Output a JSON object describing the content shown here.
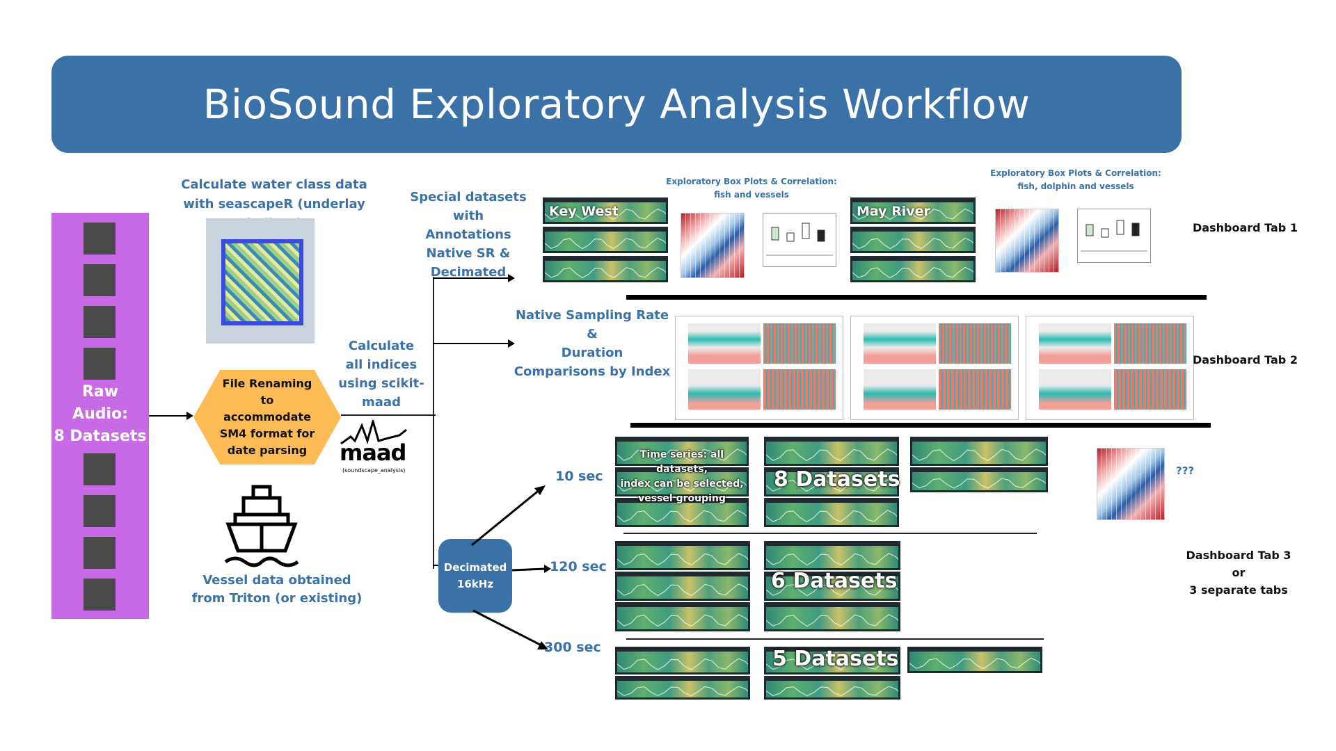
{
  "title": "BioSound Exploratory Analysis Workflow",
  "raw_audio": {
    "label_lines": [
      "Raw",
      "Audio:",
      "8 Datasets"
    ]
  },
  "water_class": {
    "label_line1": "Calculate water class data",
    "label_line2": "with seascapeR (underlay indices)"
  },
  "file_renaming": {
    "label": "File Renaming to accommodate SM4 format for date parsing"
  },
  "vessel": {
    "label_line1": "Vessel data obtained",
    "label_line2": "from Triton (or existing)"
  },
  "calculate_indices": {
    "lines": [
      "Calculate",
      "all indices",
      "using scikit-",
      "maad"
    ]
  },
  "maad_logo": {
    "wordmark": "maad",
    "sub": "(soundscape_analysis)"
  },
  "special_datasets": {
    "lines": [
      "Special datasets with",
      "Annotations",
      "Native SR &",
      "Decimated"
    ]
  },
  "native_sampling": {
    "lines": [
      "Native Sampling Rate &",
      "Duration",
      "Comparisons by Index"
    ]
  },
  "decimated": {
    "line1": "Decimated",
    "line2": "16kHz"
  },
  "durations": {
    "d10": "10 sec",
    "d120": "120 sec",
    "d300": "300 sec"
  },
  "key_west": {
    "label": "Key West"
  },
  "may_river": {
    "label": "May River"
  },
  "exploratory_1": {
    "line1": "Exploratory Box Plots & Correlation:",
    "line2": "fish and vessels"
  },
  "exploratory_2": {
    "line1": "Exploratory Box Plots & Correlation:",
    "line2": "fish, dolphin and vessels"
  },
  "time_series_note": {
    "line1": "Time series: all datasets,",
    "line2": "index can be selected,",
    "line3": "vessel grouping"
  },
  "datasets_8": "8 Datasets",
  "datasets_6": "6 Datasets",
  "datasets_5": "5 Datasets",
  "question": "???",
  "tabs": {
    "tab1": "Dashboard Tab 1",
    "tab2": "Dashboard Tab 2",
    "tab3_line1": "Dashboard Tab 3",
    "tab3_line2": "or",
    "tab3_line3": "3 separate tabs"
  },
  "colors": {
    "banner": "#3a72a8",
    "film": "#c86ae6",
    "hexagon": "#fdbb55",
    "text_blue": "#3a72a8"
  },
  "icons": [
    "film-strip-icon",
    "ship-icon",
    "maad-logo-icon",
    "arrow-icon"
  ]
}
